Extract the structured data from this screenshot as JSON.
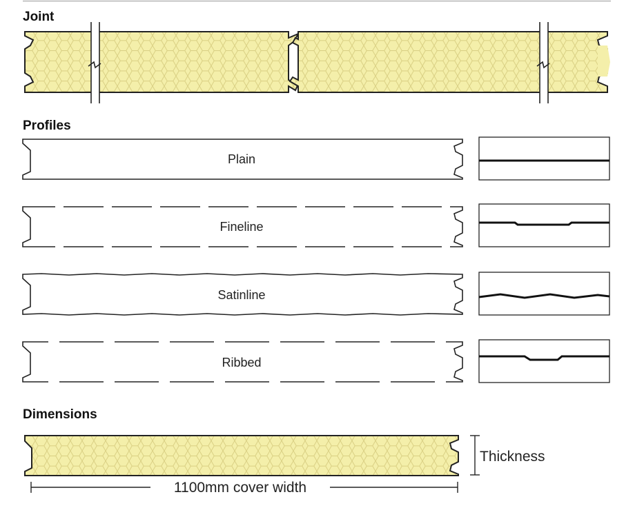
{
  "sections": {
    "joint": {
      "title": "Joint"
    },
    "profiles": {
      "title": "Profiles",
      "items": [
        {
          "label": "Plain",
          "profile": "plain"
        },
        {
          "label": "Fineline",
          "profile": "fineline"
        },
        {
          "label": "Satinline",
          "profile": "satinline"
        },
        {
          "label": "Ribbed",
          "profile": "ribbed"
        }
      ]
    },
    "dimensions": {
      "title": "Dimensions",
      "thickness_label": "Thickness",
      "width_label": "1100mm cover width"
    }
  },
  "colors": {
    "core_fill": "#f4efaa",
    "hex_stroke": "#d9cf83",
    "outline": "#222222"
  }
}
